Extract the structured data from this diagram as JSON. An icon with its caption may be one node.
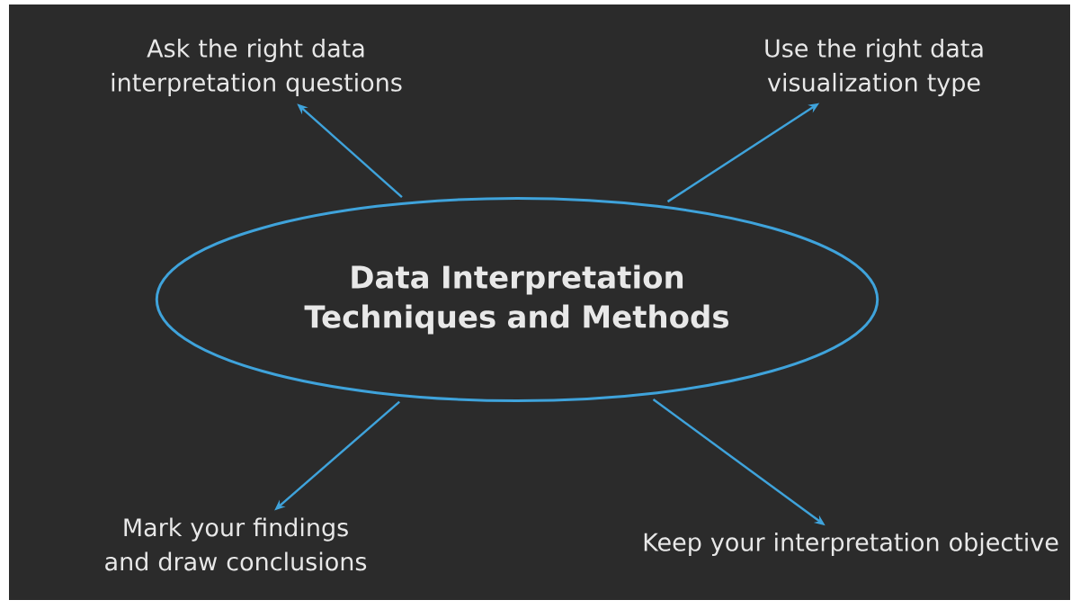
{
  "diagram": {
    "nodes": [
      {
        "text": [
          "Data Interpretation Techniques and Methods"
        ]
      },
      {
        "text": [
          "Ask the right data interpretation questions"
        ]
      },
      {
        "text": [
          "Use the right data visualization type"
        ]
      },
      {
        "text": [
          "Mark your findings and draw conclusions"
        ]
      },
      {
        "text": [
          "Keep your interpretation objective"
        ]
      }
    ],
    "edges": [
      {
        "from": 0,
        "to": 1,
        "arrow": "to"
      },
      {
        "from": 0,
        "to": 2,
        "arrow": "to"
      },
      {
        "from": 0,
        "to": 3,
        "arrow": "to"
      },
      {
        "from": 0,
        "to": 4,
        "arrow": "to"
      }
    ]
  }
}
